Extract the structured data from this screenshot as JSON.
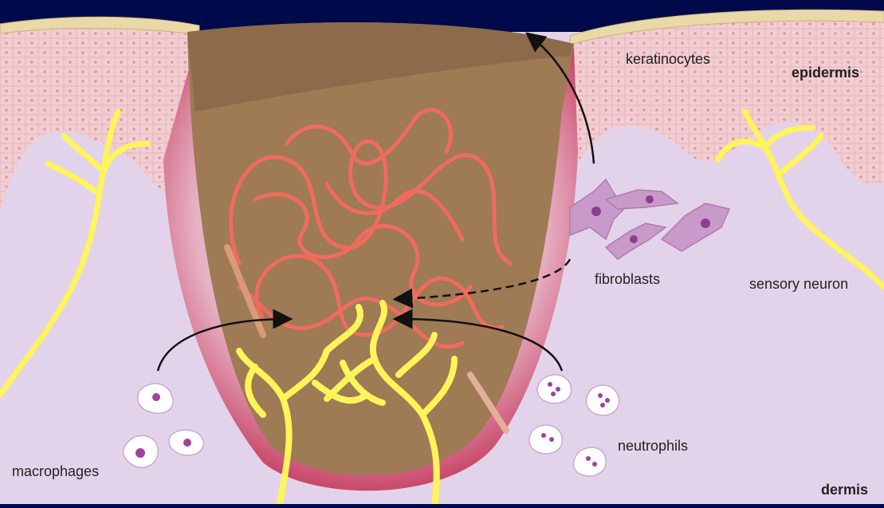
{
  "labels": {
    "keratinocytes": "keratinocytes",
    "epidermis": "epidermis",
    "fibroblasts": "fibroblasts",
    "sensory_neuron": "sensory neuron",
    "macrophages": "macrophages",
    "neutrophils": "neutrophils",
    "dermis": "dermis"
  },
  "colors": {
    "frame": "#000a4a",
    "dermis": "#e3d3ea",
    "epidermis": "#f2cdd2",
    "stratum": "#ead9a8",
    "wound_bed": "#9e7a55",
    "clot_top": "#8c6a4a",
    "vessels": "#f06b5e",
    "nerves": "#fff45a",
    "fibroblast": "#c99ac9",
    "wound_rim": "#d0536e"
  }
}
